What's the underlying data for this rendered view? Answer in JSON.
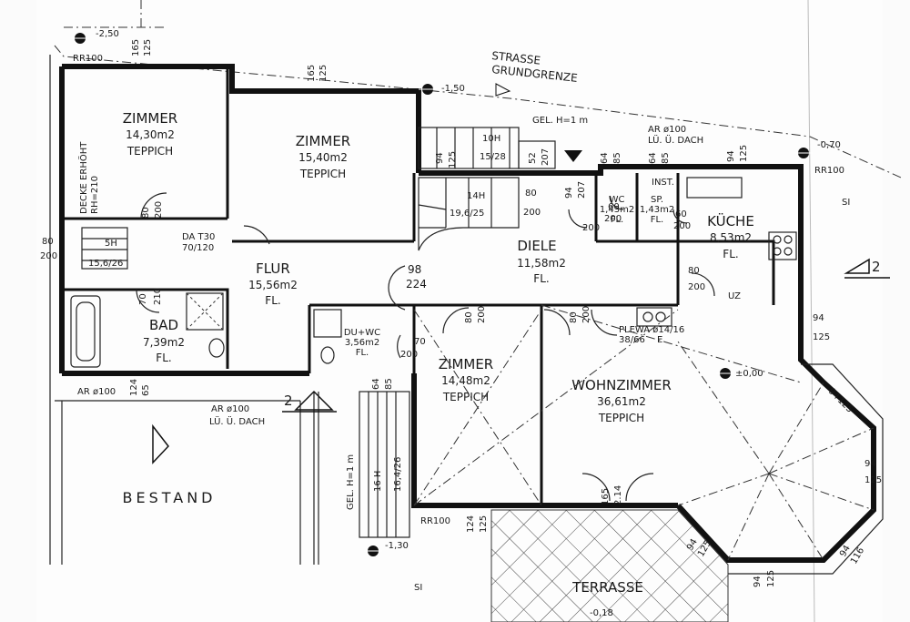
{
  "rooms": {
    "zimmer_nw": {
      "name": "ZIMMER",
      "area": "14,30m2",
      "floor": "TEPPICH"
    },
    "zimmer_n": {
      "name": "ZIMMER",
      "area": "15,40m2",
      "floor": "TEPPICH"
    },
    "flur": {
      "name": "FLUR",
      "area": "15,56m2",
      "floor": "FL."
    },
    "bad": {
      "name": "BAD",
      "area": "7,39m2",
      "floor": "FL."
    },
    "du_wc": {
      "name": "DU+WC",
      "area": "3,56m2",
      "floor": "FL."
    },
    "zimmer_s": {
      "name": "ZIMMER",
      "area": "14,48m2",
      "floor": "TEPPICH"
    },
    "wohnzimmer": {
      "name": "WOHNZIMMER",
      "area": "36,61m2",
      "floor": "TEPPICH"
    },
    "diele": {
      "name": "DIELE",
      "area": "11,58m2",
      "floor": "FL."
    },
    "kueche": {
      "name": "KÜCHE",
      "area": "8,53m2",
      "floor": "FL."
    },
    "wc": {
      "name": "WC",
      "area": "1,43m2",
      "floor": "FL."
    },
    "sp": {
      "name": "SP.",
      "area": "1,43m2",
      "floor": "FL."
    },
    "bestand": {
      "name": "BESTAND"
    },
    "terrasse": {
      "name": "TERRASSE"
    }
  },
  "street": {
    "line1": "STRASSE",
    "line2": "GRUNDGRENZE"
  },
  "levels": {
    "nw": "-2,50",
    "n": "-1,50",
    "ne": "-0,70",
    "center": "±0,00",
    "sw": "-1,30",
    "terrace": "-0,18"
  },
  "labels": {
    "rr100_a": "RR100",
    "rr100_b": "RR100",
    "rr100_c": "RR100",
    "gel": "GEL. H=1 m",
    "ar_top": "AR ø100",
    "lu_top": "LÜ. Ü. DACH",
    "ar_mid": "AR ø100",
    "lu_mid": "LÜ. Ü. DACH",
    "ar_left": "AR ø100",
    "inst": "INST.",
    "da": "DA T30",
    "da_size": "70/120",
    "decke": "DECKE ERHÖHT",
    "decke_size": "RH=210",
    "uz": "UZ",
    "plewa": "PLEWA ø14/16",
    "plewa_size": "38/66",
    "e": "E",
    "gel_side": "GEL. H=1 m",
    "si_a": "SI",
    "si_b": "SI",
    "section": "2"
  },
  "stairs": {
    "s1_count": "10H",
    "s1_ratio": "15/28",
    "s2_count": "14H",
    "s2_ratio": "19,6/25",
    "s3_count": "5H",
    "s3_ratio": "15,6/26",
    "s4_count": "16 H",
    "s4_ratio": "16,4/26"
  },
  "dims": {
    "d165a": "165",
    "d125a": "125",
    "d165b": "165",
    "d125b": "125",
    "d94a": "94",
    "d125c": "125",
    "d52": "52",
    "d207a": "207",
    "d64a": "64",
    "d85a": "85",
    "d64b": "64",
    "d85b": "85",
    "d94b": "94",
    "d125d": "125",
    "d80a": "80",
    "d200a": "200",
    "d80b": "80",
    "d200b": "200",
    "d94c": "94",
    "d207b": "207",
    "d200c": "200",
    "d60a": "60",
    "d200d": "200",
    "d60b": "60",
    "d200e": "200",
    "d80c": "80",
    "d200f": "200",
    "d80d": "80",
    "d200g": "200",
    "d98": "98",
    "d224": "224",
    "d70a": "70",
    "d210": "210",
    "d70b": "70",
    "d200h": "200",
    "d80e": "80",
    "d200i": "200",
    "d80f": "80",
    "d200j": "200",
    "d94d": "94",
    "d125e": "125",
    "d94e": "94",
    "d125f": "125",
    "d94f": "94",
    "d125g": "125",
    "d94g": "94",
    "d125h": "125",
    "d94h": "94",
    "d125i": "125",
    "d94i": "94",
    "d116": "116",
    "d124a": "124",
    "d65": "65",
    "d64c": "64",
    "d85c": "85",
    "d124b": "124",
    "d125j": "125",
    "d165c": "165",
    "d214": "2.14"
  }
}
